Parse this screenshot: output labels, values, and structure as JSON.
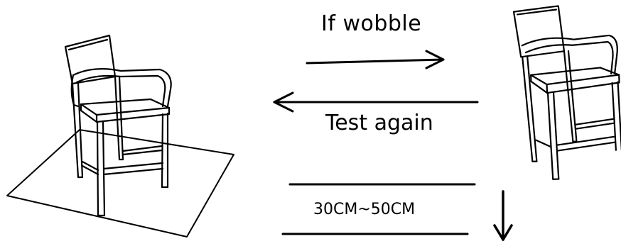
{
  "labels": {
    "if_wobble": "If  wobble",
    "test_again": "Test again",
    "distance": "30CM~50CM"
  }
}
